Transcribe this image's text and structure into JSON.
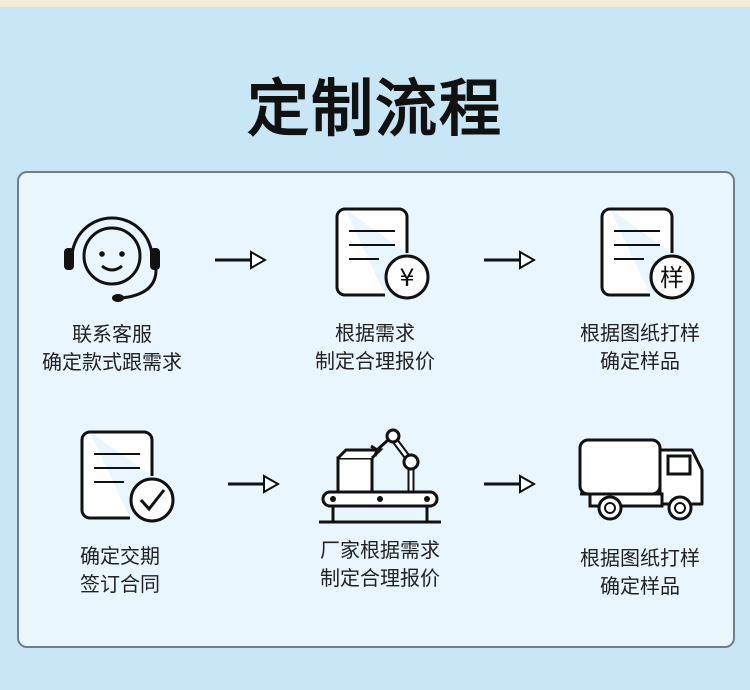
{
  "title": "定制流程",
  "steps": [
    {
      "line1": "联系客服",
      "line2": "确定款式跟需求",
      "icon": "headset-face-icon"
    },
    {
      "line1": "根据需求",
      "line2": "制定合理报价",
      "icon": "document-yen-icon",
      "badge": "¥"
    },
    {
      "line1": "根据图纸打样",
      "line2": "确定样品",
      "icon": "document-sample-icon",
      "badge": "样"
    },
    {
      "line1": "确定交期",
      "line2": "签订合同",
      "icon": "document-check-icon"
    },
    {
      "line1": "厂家根据需求",
      "line2": "制定合理报价",
      "icon": "robot-arm-conveyor-icon"
    },
    {
      "line1": "根据图纸打样",
      "line2": "确定样品",
      "icon": "truck-icon"
    }
  ]
}
